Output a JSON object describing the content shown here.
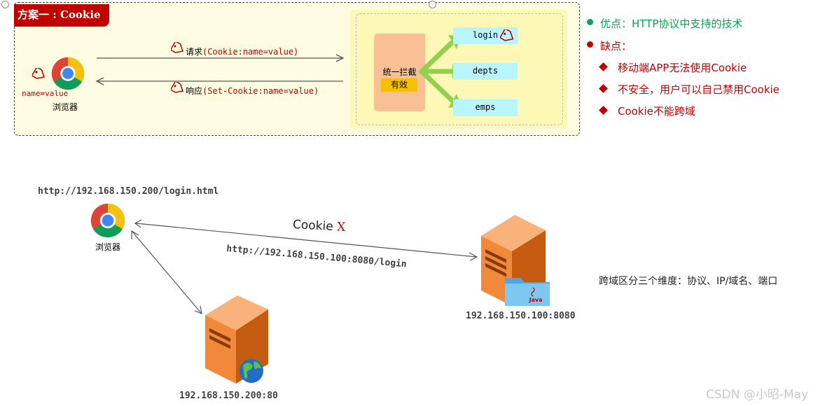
{
  "panel": {
    "title": "方案一 : Cookie",
    "browser_label": "浏览器",
    "cookie_label": "name=value",
    "request_label": "请求",
    "request_code": "(Cookie:name=value)",
    "response_label": "响应",
    "response_code": "(Set-Cookie:name=value)",
    "filter_label": "统一拦截",
    "valid_label": "有效",
    "endpoints": [
      "login",
      "depts",
      "emps"
    ]
  },
  "notes": {
    "pros": "优点：HTTP协议中支持的技术",
    "cons_title": "缺点：",
    "cons": [
      "移动端APP无法使用Cookie",
      "不安全，用户可以自己禁用Cookie",
      "Cookie不能跨域"
    ]
  },
  "diagram": {
    "browser_url": "http://192.168.150.200/login.html",
    "browser_label": "浏览器",
    "cookie_text": "Cookie",
    "cross_mark": "X",
    "request_url": "http://192.168.150.100:8080/login",
    "server_ip": "192.168.150.100:8080",
    "java_label": "Java",
    "web_server_ip": "192.168.150.200:80",
    "cross_domain_note": "跨域区分三个维度：协议、IP/域名、端口"
  },
  "watermark": "CSDN @小昭-May",
  "colors": {
    "panel_bg": "#fefde2",
    "title_bg": "#c00000",
    "server_bg": "#fdf8b6",
    "filter_bg": "#f8c195",
    "valid_bg": "#f5c000",
    "endpoint_bg": "#b9f5fc",
    "arrow_green": "#92d050",
    "pros_color": "#00a651",
    "cons_color": "#c00000"
  }
}
